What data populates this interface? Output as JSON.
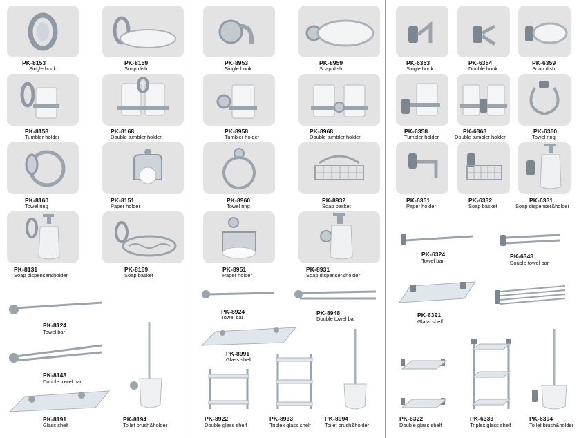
{
  "catalog": {
    "col1": {
      "tiles": [
        {
          "code": "PK-8153",
          "name": "Single hook"
        },
        {
          "code": "PK-8159",
          "name": "Soap dish"
        },
        {
          "code": "PK-8158",
          "name": "Tumbler holder"
        },
        {
          "code": "PK-8168",
          "name": "Double tumbler holder"
        },
        {
          "code": "PK-8160",
          "name": "Towel ring"
        },
        {
          "code": "PK-8151",
          "name": "Paper holder"
        },
        {
          "code": "PK-8131",
          "name": "Soap dispenser&holder"
        },
        {
          "code": "PK-8169",
          "name": "Soap basket"
        }
      ],
      "free": [
        {
          "code": "PK-8124",
          "name": "Towel bar"
        },
        {
          "code": "PK-8148",
          "name": "Double towel bar"
        },
        {
          "code": "PK-8191",
          "name": "Glass shelf"
        },
        {
          "code": "PK-8194",
          "name": "Toilet brush&holder"
        }
      ]
    },
    "col2": {
      "tiles": [
        {
          "code": "PK-8953",
          "name": "Single hook"
        },
        {
          "code": "PK-8959",
          "name": "Soap dish"
        },
        {
          "code": "PK-8958",
          "name": "Tumbler holder"
        },
        {
          "code": "PK-8968",
          "name": "Double tumbler holder"
        },
        {
          "code": "PK-8960",
          "name": "Towel ring"
        },
        {
          "code": "PK-8932",
          "name": "Soap basket"
        },
        {
          "code": "PK-8951",
          "name": "Paper holder"
        },
        {
          "code": "PK-8931",
          "name": "Soap dispenser&holder"
        }
      ],
      "free": [
        {
          "code": "PK-8924",
          "name": "Towel bar"
        },
        {
          "code": "PK-8948",
          "name": "Double towel bar"
        },
        {
          "code": "PK-8991",
          "name": "Glass shelf"
        },
        {
          "code": "PK-8922",
          "name": "Double glass shelf"
        },
        {
          "code": "PK-8933",
          "name": "Triplex glass shelf"
        },
        {
          "code": "PK-8994",
          "name": "Toilet brush&holder"
        }
      ]
    },
    "col3": {
      "tiles": [
        {
          "code": "PK-6353",
          "name": "Single hook"
        },
        {
          "code": "PK-6354",
          "name": "Double hook"
        },
        {
          "code": "PK-6359",
          "name": "Soap dish"
        },
        {
          "code": "PK-6358",
          "name": "Tumbler holder"
        },
        {
          "code": "PK-6368",
          "name": "Double tumbler holder"
        },
        {
          "code": "PK-6360",
          "name": "Towel ring"
        },
        {
          "code": "PK-6351",
          "name": "Paper holder"
        },
        {
          "code": "PK-6332",
          "name": "Soap basket"
        },
        {
          "code": "PK-6331",
          "name": "Soap dispenser&holder"
        }
      ],
      "free": [
        {
          "code": "PK-6324",
          "name": "Towel bar"
        },
        {
          "code": "PK-6348",
          "name": "Double towel bar"
        },
        {
          "code": "PK-6391",
          "name": "Glass shelf"
        },
        {
          "code": "PK-6322",
          "name": "Double glass shelf"
        },
        {
          "code": "PK-6333",
          "name": "Triplex glass shelf"
        },
        {
          "code": "PK-6394",
          "name": "Toilet brush&holder"
        }
      ]
    },
    "colors": {
      "tile_bg": "#e3e3e3",
      "chrome": "#9aa4ad",
      "divider": "#9a9a9a"
    }
  }
}
